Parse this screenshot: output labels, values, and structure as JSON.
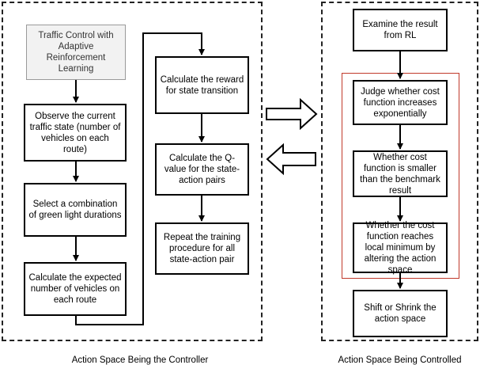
{
  "left_panel": {
    "caption": "Action Space Being the Controller",
    "header_box": "Traffic Control with Adaptive Reinforcement Learning",
    "steps": [
      "Observe the current traffic state (number of vehicles on each route)",
      "Select a combination of green light durations",
      "Calculate the expected number of vehicles on each route"
    ],
    "steps_col2": [
      "Calculate the reward for state transition",
      "Calculate the Q-value for the state-action pairs",
      "Repeat the training procedure for all state-action pair"
    ]
  },
  "right_panel": {
    "caption": "Action Space Being Controlled",
    "steps": [
      "Examine the result from RL",
      "Judge whether cost function increases exponentially",
      "Whether cost function is smaller than the benchmark result",
      "Whether the cost function reaches local minimum by altering the action space",
      "Shift or Shrink the action space"
    ]
  },
  "colors": {
    "highlight_border": "#c0392b",
    "header_fill": "#f2f2f2"
  }
}
